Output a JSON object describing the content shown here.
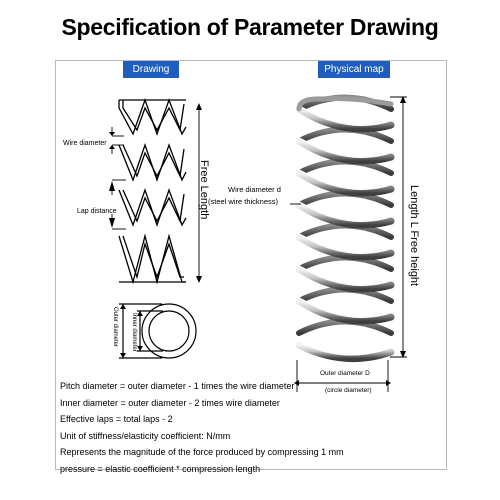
{
  "title": "Specification of Parameter Drawing",
  "tabs": {
    "drawing": "Drawing",
    "physical": "Physical map"
  },
  "drawing_labels": {
    "wire_diameter": "Wire diameter",
    "lap_distance": "Lap distance",
    "free_length": "Free Length",
    "outer_diameter": "Outer diameter",
    "inner_diameter": "Inner diameter"
  },
  "photo_labels": {
    "wire_diameter_d": "Wire diameter d",
    "steel_wire_thickness": "(steel wire thickness)",
    "length": "Length L Free height",
    "outer_diameter_D": "Outer diameter D",
    "circle_diameter": "(circle diameter)"
  },
  "notes": [
    "Pitch diameter = outer diameter - 1 times the wire diameter",
    "Inner diameter = outer diameter - 2 times wire diameter",
    "Effective laps = total laps - 2",
    "Unit of stiffness/elasticity coefficient: N/mm",
    "Represents the magnitude of the force produced by compressing 1 mm",
    "pressure = elastic coefficient * compression length"
  ],
  "colors": {
    "tab_bg": "#1f5ebf",
    "frame": "#b9b9b9",
    "steel_light": "#e8e8e8",
    "steel_dark": "#4d4d4d"
  }
}
